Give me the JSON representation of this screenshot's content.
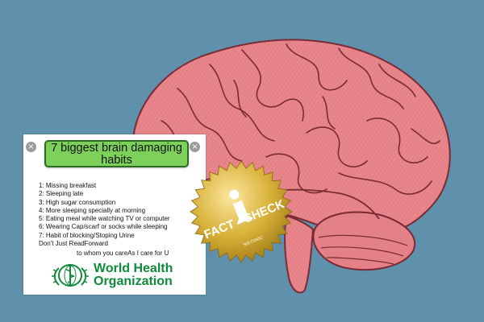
{
  "card": {
    "close_glyph": "×",
    "title_line1": "7 biggest brain damaging",
    "title_line2": "habits",
    "items": [
      "1: Missing breakfast",
      "2: Sleeping late",
      "3: High sugar consumption",
      "4: More sleeping specially at morning",
      "5: Eating meal while watching TV or computer",
      "6: Wearing Cap/scarf or socks while sleeping",
      "7: Habit of blocking/Stoping Urine"
    ],
    "footer_line1": "Don't Just ReadForward",
    "footer_line2": "to whom you careAs I care for U",
    "org_line1": "World Health",
    "org_line2": "Organization"
  },
  "badge": {
    "label": "FACT - CHECK",
    "sub": "500 ПЛЮС"
  },
  "colors": {
    "background": "#5f90ac",
    "brain": "#e8868c",
    "bubble": "#7dd15a",
    "who_green": "#0f8a3a",
    "badge_gold": "#d9b23a"
  },
  "icons": [
    "close-icon",
    "who-emblem-icon",
    "info-icon"
  ]
}
